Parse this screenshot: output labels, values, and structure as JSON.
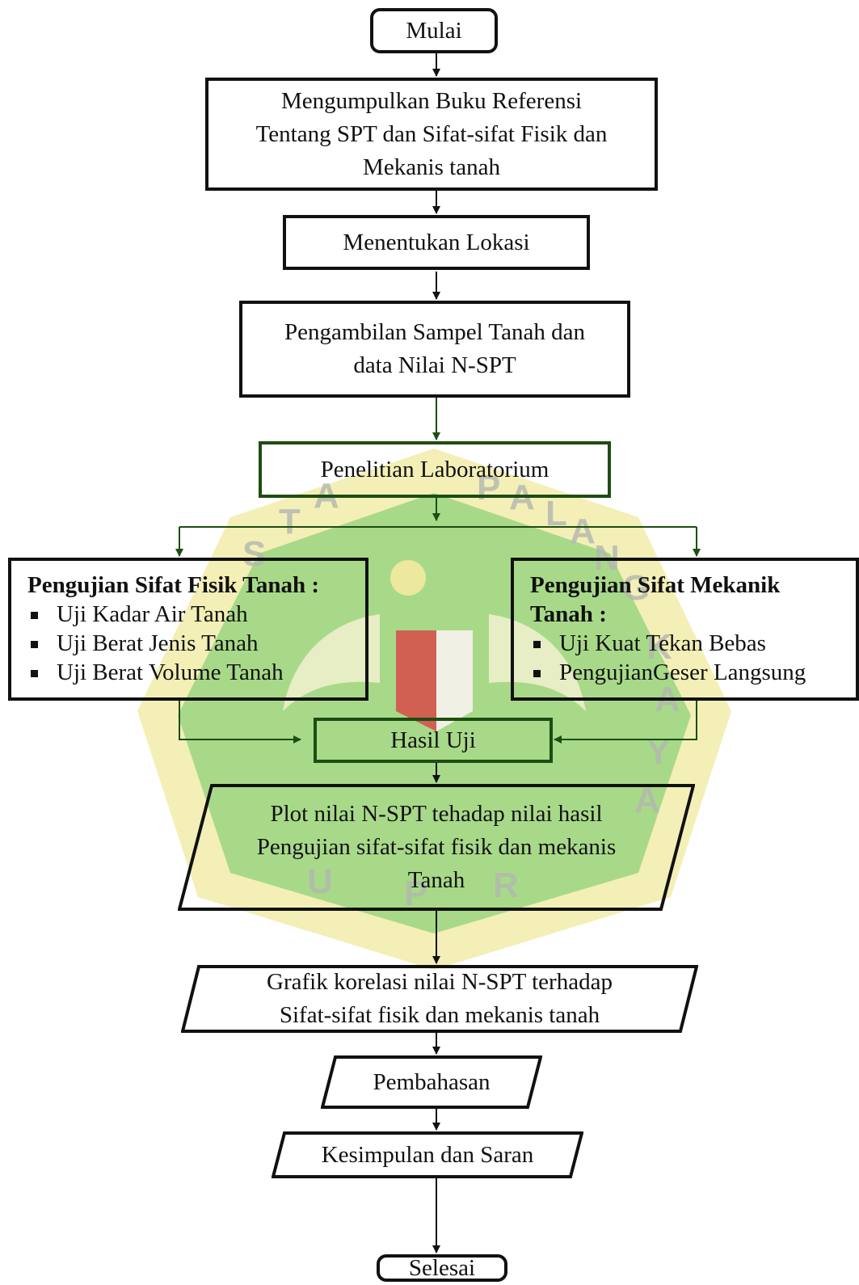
{
  "nodes": {
    "mulai": "Mulai",
    "step1": [
      "Mengumpulkan Buku Referensi",
      "Tentang SPT dan Sifat-sifat Fisik dan",
      "Mekanis tanah"
    ],
    "step2": "Menentukan Lokasi",
    "step3": [
      "Pengambilan Sampel Tanah dan",
      "data Nilai N-SPT"
    ],
    "step4": "Penelitian Laboratorium",
    "fisik": {
      "title": "Pengujian Sifat Fisik Tanah :",
      "items": [
        "Uji Kadar Air Tanah",
        "Uji Berat Jenis Tanah",
        "Uji Berat Volume Tanah"
      ]
    },
    "mekanik": {
      "title_lines": [
        "Pengujian Sifat Mekanik",
        "Tanah :"
      ],
      "items": [
        "Uji Kuat Tekan Bebas",
        "PengujianGeser Langsung"
      ]
    },
    "hasil": "Hasil Uji",
    "plot": [
      "Plot nilai N-SPT tehadap nilai hasil",
      "Pengujian sifat-sifat fisik dan mekanis",
      "Tanah"
    ],
    "grafik": [
      "Grafik korelasi nilai N-SPT terhadap",
      "Sifat-sifat fisik dan mekanis tanah"
    ],
    "pembahasan": "Pembahasan",
    "kesimpulan": "Kesimpulan dan Saran",
    "selesai": "Selesai"
  },
  "watermark": {
    "letters": [
      "T",
      "A",
      "S",
      "P",
      "A",
      "L",
      "A",
      "N",
      "G",
      "K",
      "A",
      "Y",
      "A",
      "U",
      "P",
      "R"
    ],
    "colors": {
      "green": "#7ec86a",
      "yellow": "#e8dc5a",
      "red": "#d84a4a"
    }
  }
}
